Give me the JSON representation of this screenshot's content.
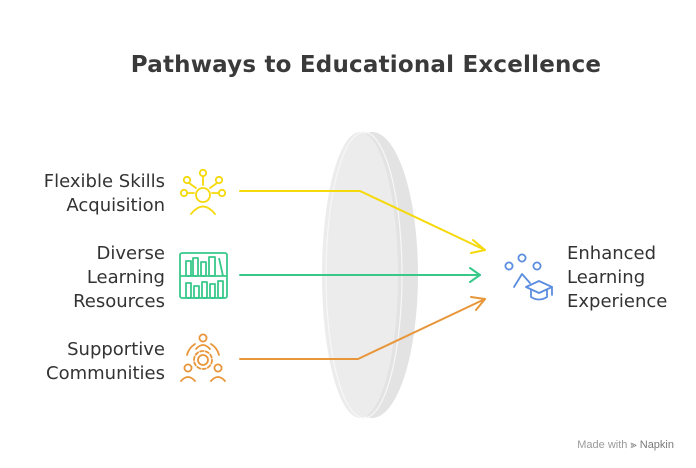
{
  "title": "Pathways to Educational Excellence",
  "inputs": [
    {
      "label": "Flexible Skills\nAcquisition",
      "icon": "skills-network-icon",
      "color": "#f5d90a"
    },
    {
      "label": "Diverse\nLearning\nResources",
      "icon": "bookshelf-icon",
      "color": "#38c98a"
    },
    {
      "label": "Supportive\nCommunities",
      "icon": "community-gear-icon",
      "color": "#e8963a"
    }
  ],
  "output": {
    "label": "Enhanced\nLearning\nExperience",
    "icon": "graduation-cap-icon",
    "color": "#5b8de0"
  },
  "watermark": {
    "prefix": "Made with",
    "brand": "Napkin"
  }
}
